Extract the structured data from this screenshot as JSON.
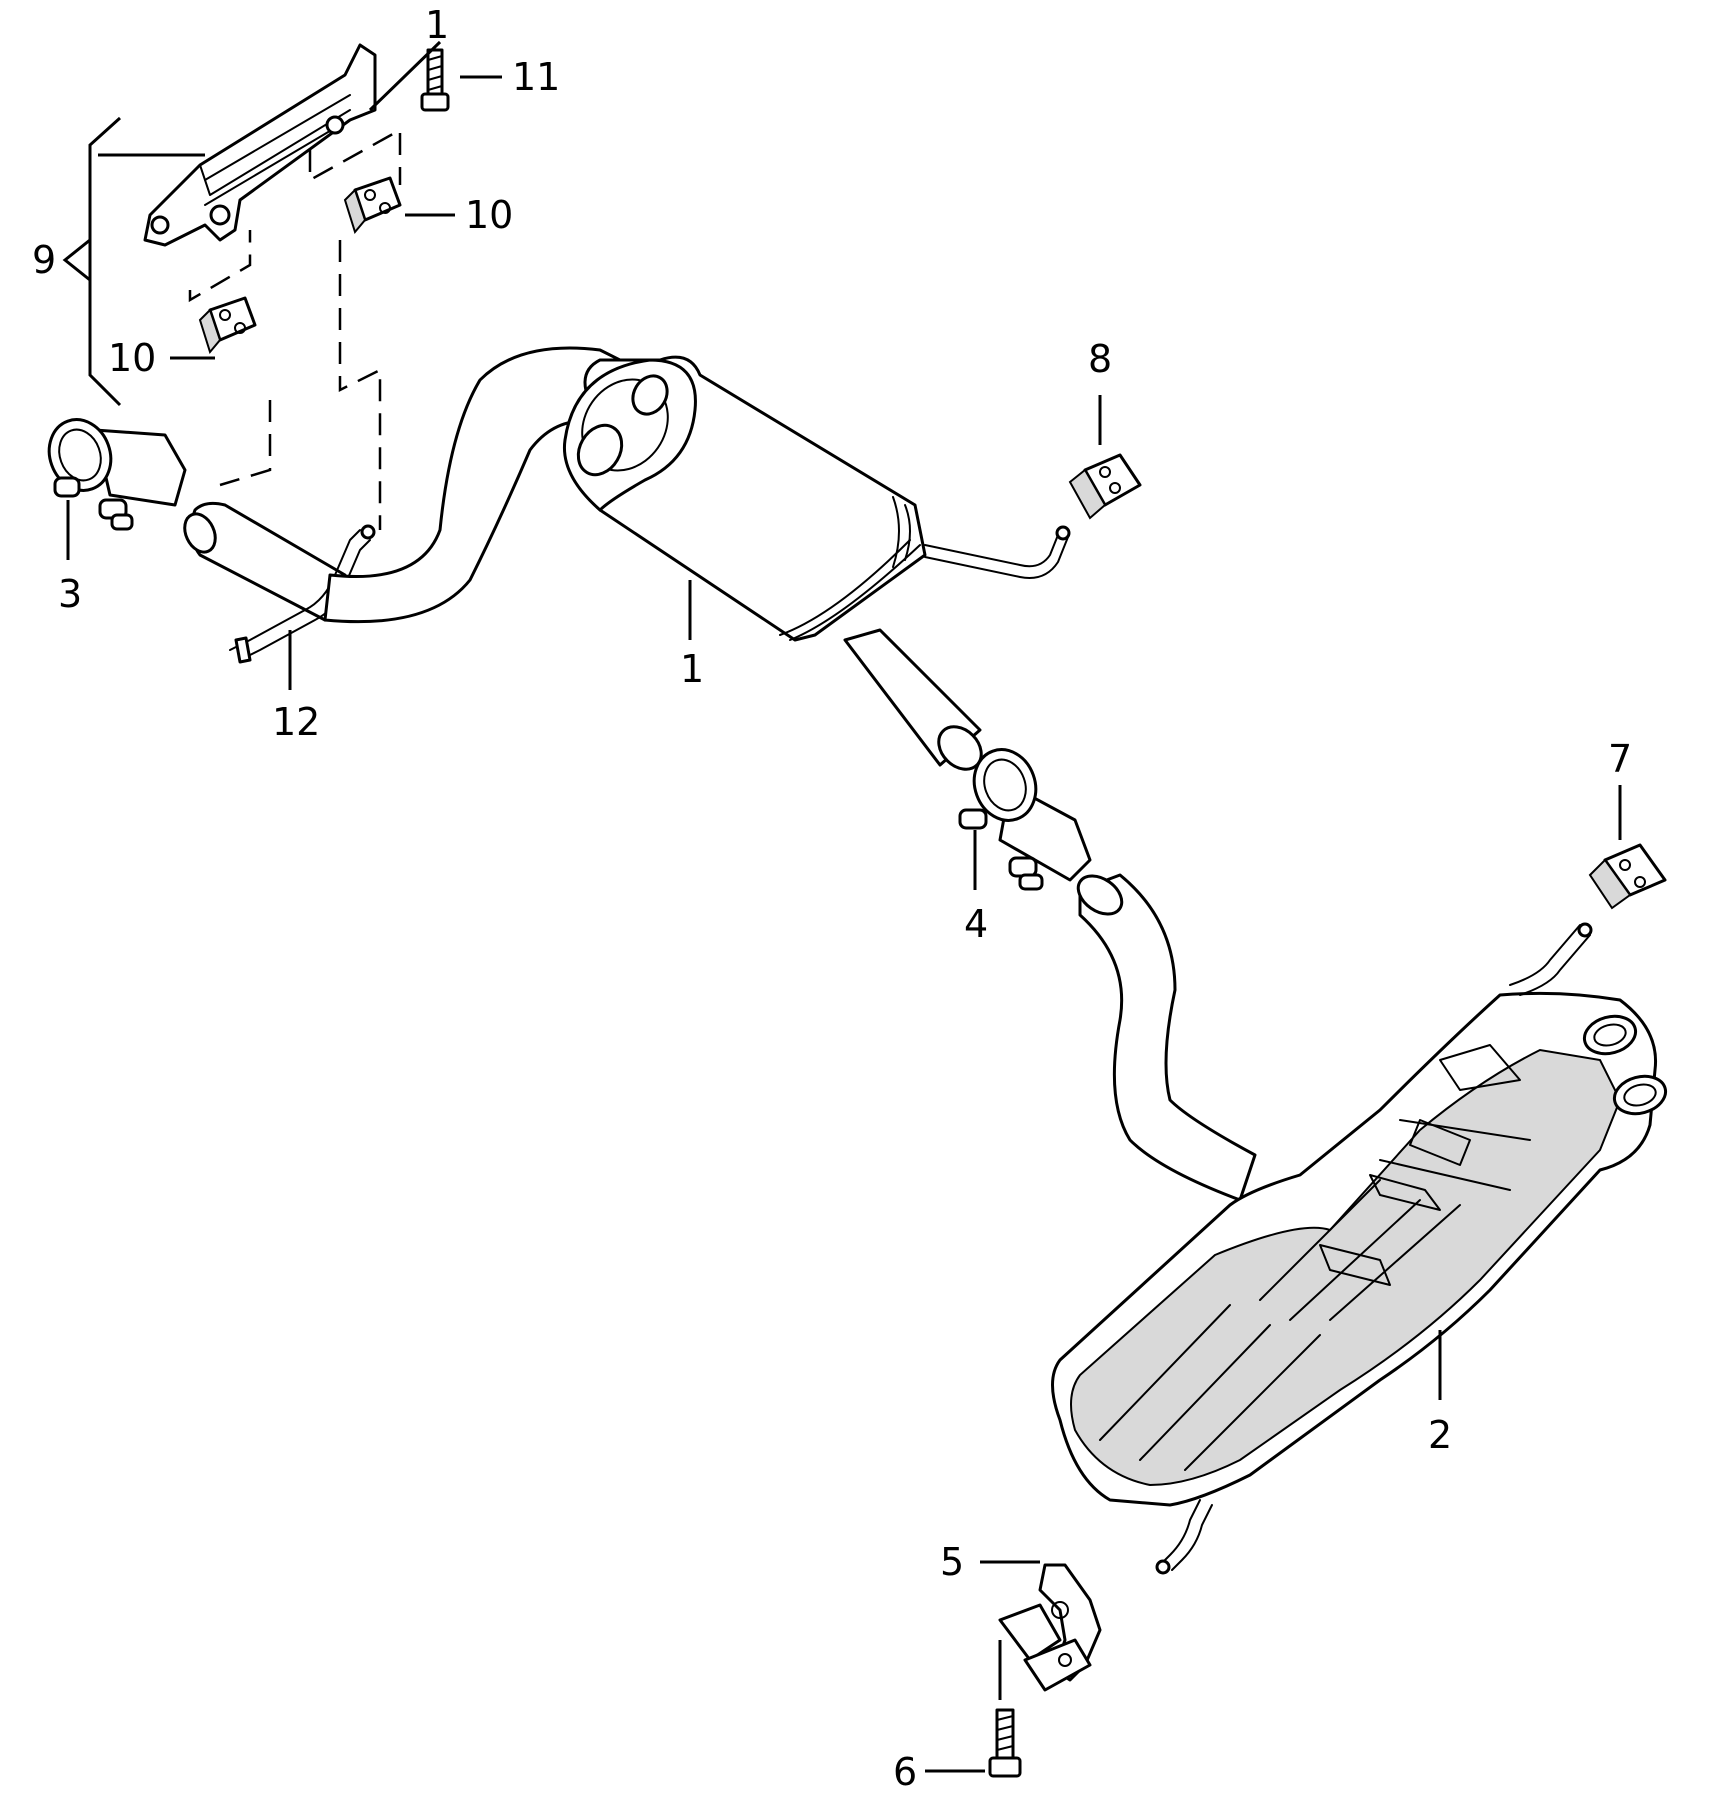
{
  "callouts": {
    "c1": "1",
    "c2": "2",
    "c3": "3",
    "c4": "4",
    "c5": "5",
    "c6": "6",
    "c7": "7",
    "c8": "8",
    "c9": "9",
    "c10a": "10",
    "c10b": "10",
    "c11": "11",
    "c12": "12",
    "c1top": "1"
  },
  "colors": {
    "line": "#000000",
    "background": "#ffffff",
    "shade": "#d9d9d9"
  }
}
